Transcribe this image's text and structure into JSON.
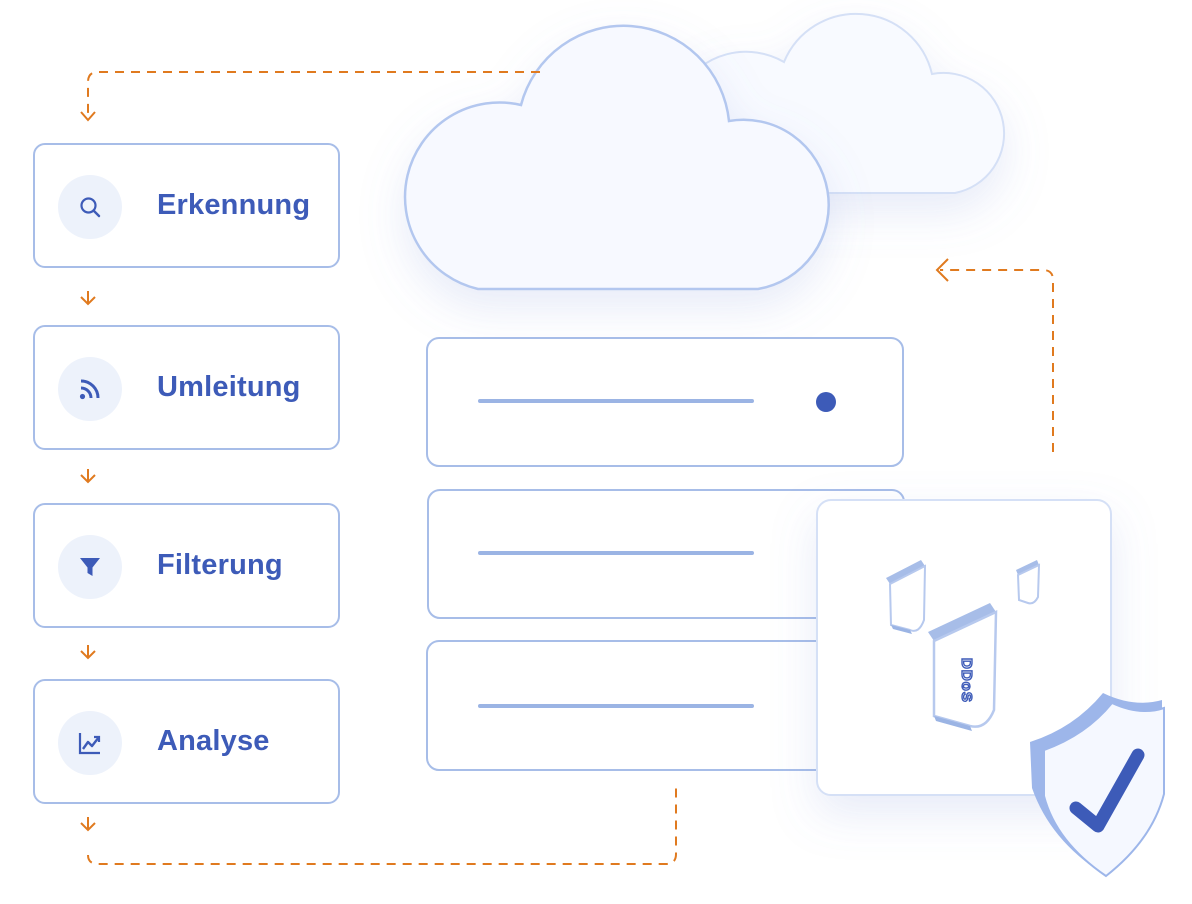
{
  "steps": [
    {
      "label": "Erkennung",
      "icon": "search-icon"
    },
    {
      "label": "Umleitung",
      "icon": "rss-icon"
    },
    {
      "label": "Filterung",
      "icon": "filter-icon"
    },
    {
      "label": "Analyse",
      "icon": "chart-line-icon"
    }
  ],
  "ddos_label": "DDoS",
  "colors": {
    "accent": "#3d5bb8",
    "border": "#a7bde8",
    "flow_arrow": "#e07a1f",
    "cloud_fill": "#f7f9ff",
    "shield": "#9db6ea"
  }
}
